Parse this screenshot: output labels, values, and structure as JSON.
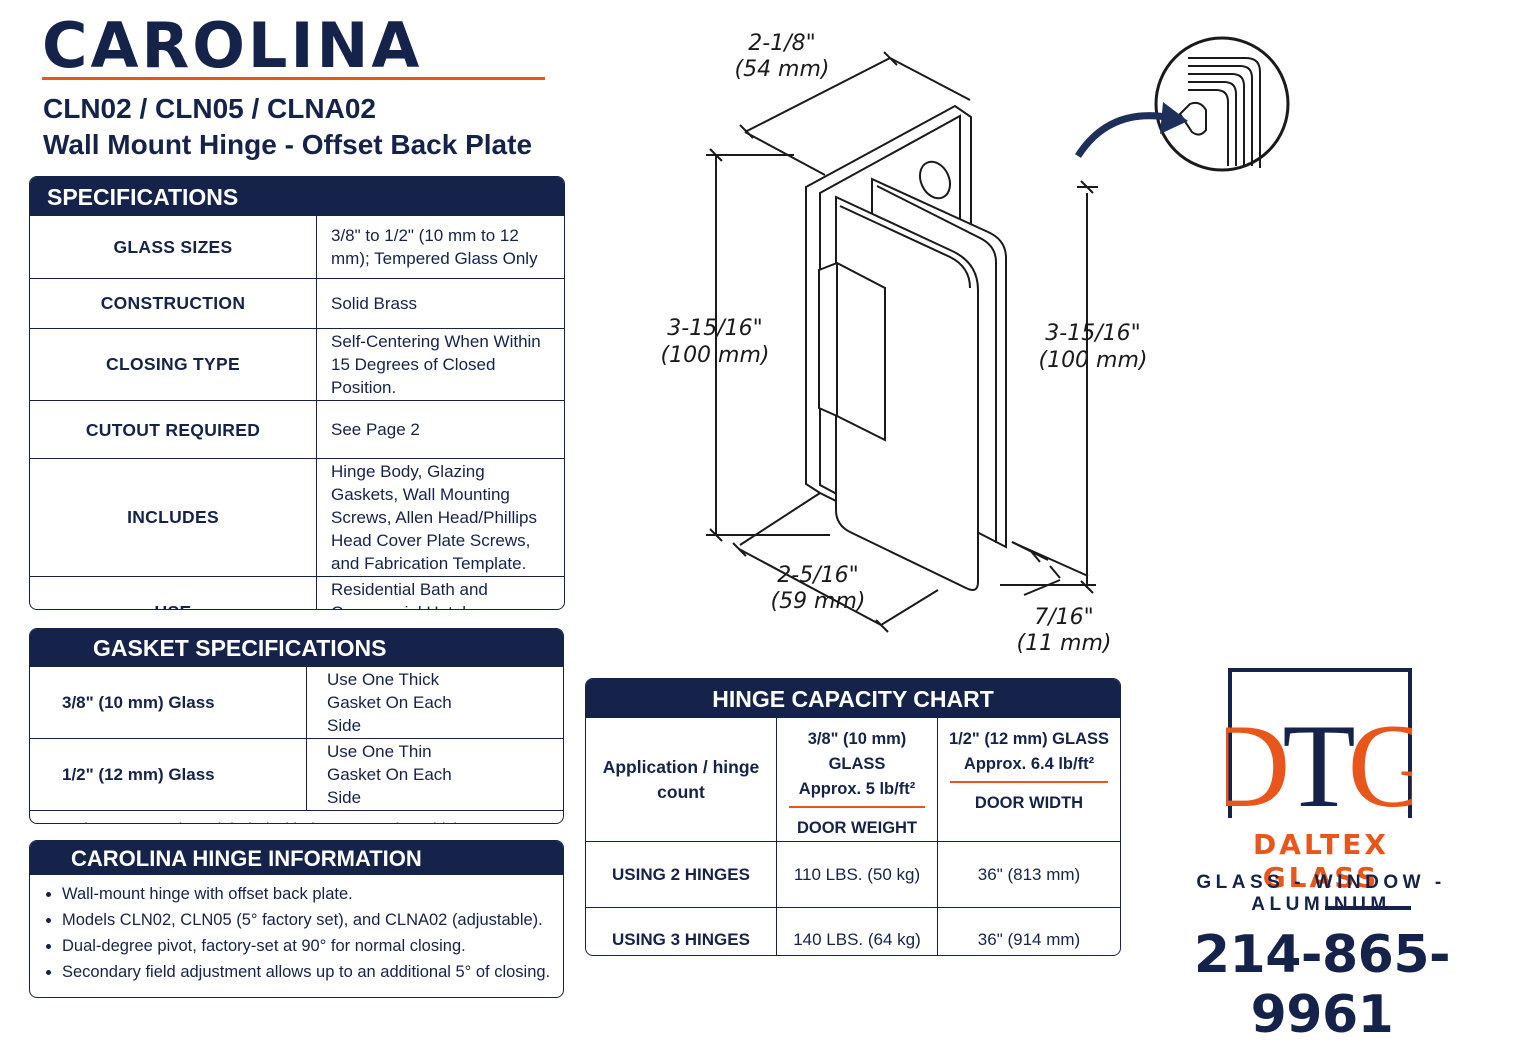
{
  "header": {
    "title": "CAROLINA",
    "models": "CLN02 / CLN05 / CLNA02",
    "subtitle": "Wall Mount Hinge - Offset Back Plate"
  },
  "specifications": {
    "heading": "SPECIFICATIONS",
    "rows": [
      {
        "label": "GLASS SIZES",
        "value": "3/8\" to 1/2\" (10 mm to 12 mm); Tempered Glass Only"
      },
      {
        "label": "CONSTRUCTION",
        "value": "Solid Brass"
      },
      {
        "label": "CLOSING TYPE",
        "value": "Self-Centering When Within 15 Degrees of Closed Position."
      },
      {
        "label": "CUTOUT REQUIRED",
        "value": "See Page 2"
      },
      {
        "label": "INCLUDES",
        "value": "Hinge Body, Glazing Gaskets, Wall Mounting Screws, Allen Head/Phillips Head Cover Plate Screws, and Fabrication Template."
      },
      {
        "label": "USE",
        "value": "Residential Bath and Commercial Hotel Applications"
      }
    ]
  },
  "gasket": {
    "heading": "GASKET SPECIFICATIONS",
    "rows": [
      {
        "label": "3/8\" (10 mm) Glass",
        "value": "Use One Thick Gasket On Each Side"
      },
      {
        "label": "1/2\" (12 mm) Glass",
        "value": "Use One Thin Gasket On Each Side"
      }
    ],
    "note": "Use the screw package labeled with the correct glass thickness."
  },
  "info": {
    "heading": "CAROLINA HINGE INFORMATION",
    "bullets": [
      "Wall-mount hinge with offset back plate.",
      "Models CLN02, CLN05 (5° factory set), and CLNA02 (adjustable).",
      "Dual-degree pivot, factory-set at 90° for normal closing.",
      "Secondary field adjustment allows up to an additional 5° of closing."
    ]
  },
  "capacity": {
    "heading": "HINGE CAPACITY CHART",
    "corner": "Application / hinge count",
    "col1_title": "3/8\" (10 mm) GLASS",
    "col1_sub": "Approx. 5 lb/ft²",
    "col2_title": "1/2\" (12 mm) GLASS",
    "col2_sub": "Approx. 6.4 lb/ft²",
    "col1_label": "DOOR WEIGHT",
    "col2_label": "DOOR WIDTH",
    "rows": [
      {
        "label": "USING 2 HINGES",
        "weight": "110 LBS. (50 kg)",
        "width": "36\" (813 mm)"
      },
      {
        "label": "USING 3 HINGES",
        "weight": "140 LBS. (64 kg)",
        "width": "36\" (914 mm)"
      }
    ]
  },
  "dimensions": {
    "top_width": "2-1/8\"",
    "top_width_mm": "(54 mm)",
    "left_height": "3-15/16\"",
    "left_height_mm": "(100 mm)",
    "right_height": "3-15/16\"",
    "right_height_mm": "(100 mm)",
    "bottom_width": "2-5/16\"",
    "bottom_width_mm": "(59 mm)",
    "depth": "7/16\"",
    "depth_mm": "(11 mm)"
  },
  "brand": {
    "logo_letters": "DTG",
    "name": "DALTEX GLASS",
    "tagline": "GLASS - WINDOW - ALUMINUM",
    "phone": "214-865-9961"
  },
  "colors": {
    "navy": "#15234a",
    "accent_orange": "#e8561b"
  }
}
